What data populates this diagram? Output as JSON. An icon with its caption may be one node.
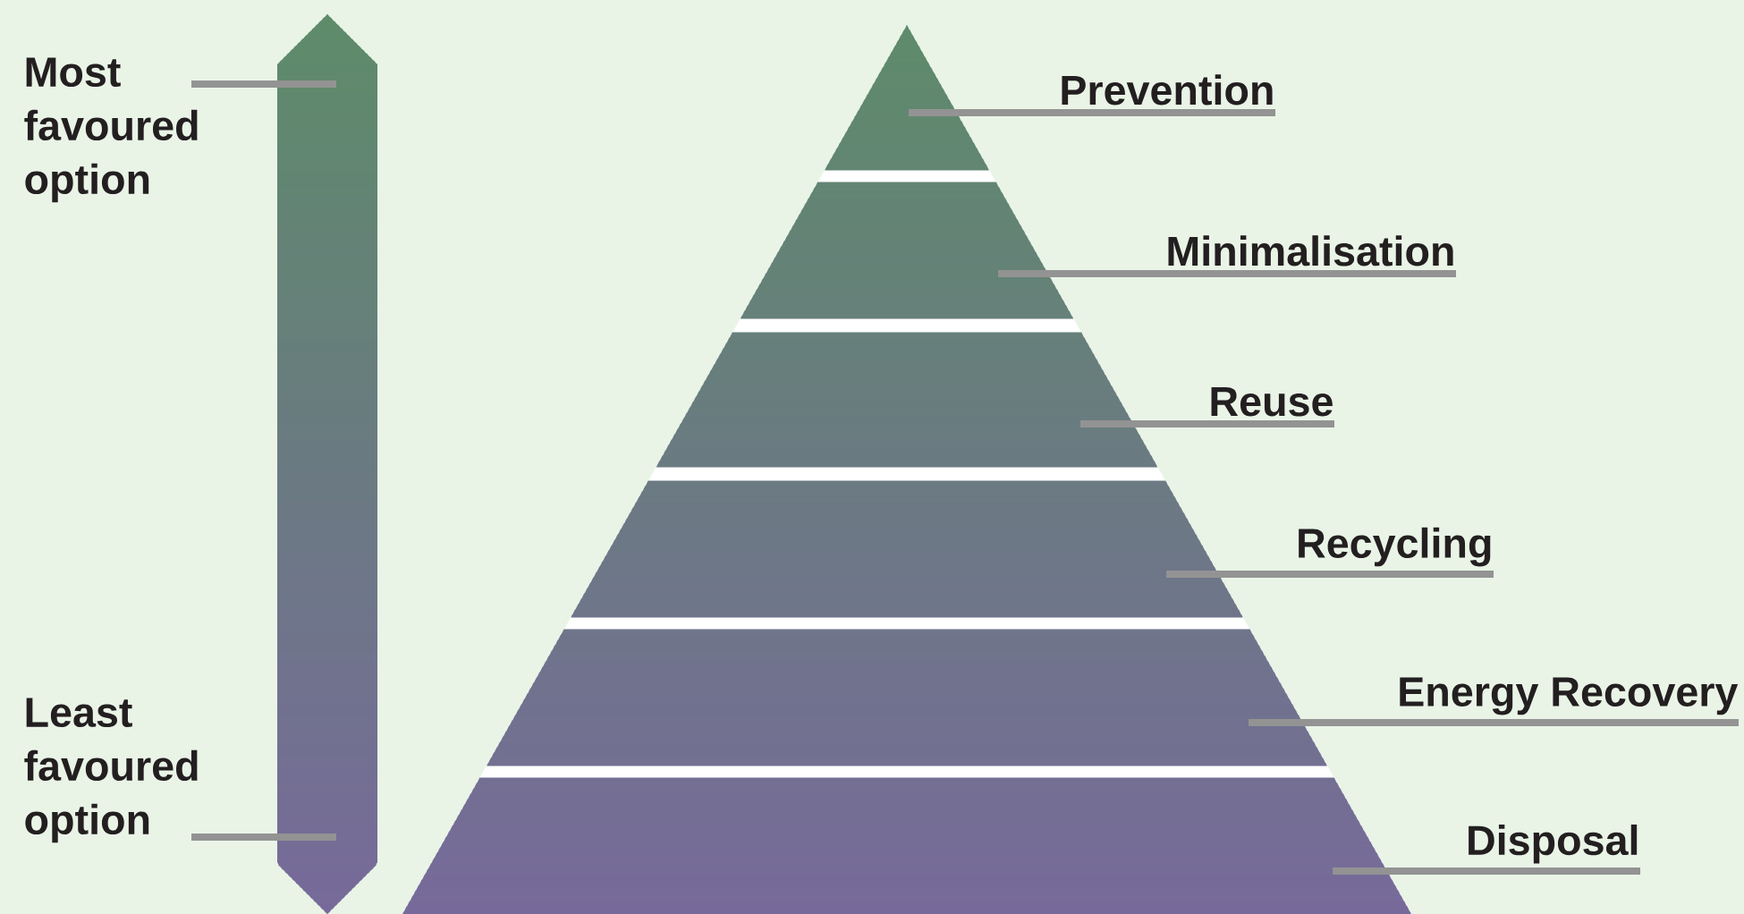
{
  "diagram": {
    "nodes": [
      {
        "text": [
          "Most favoured option"
        ]
      },
      {
        "text": [
          "Least favoured option"
        ]
      },
      {
        "text": [],
        "shape": "bar"
      },
      {
        "text": [],
        "shape": "triangle"
      },
      {
        "text": [],
        "shape": "trapezoid"
      },
      {
        "text": [],
        "shape": "trapezoid"
      },
      {
        "text": [],
        "shape": "trapezoid"
      },
      {
        "text": [],
        "shape": "trapezoid"
      },
      {
        "text": [],
        "shape": "trapezoid"
      },
      {
        "text": [
          "Prevention"
        ]
      },
      {
        "text": [
          "Minimalisation"
        ]
      },
      {
        "text": [
          "Reuse"
        ]
      },
      {
        "text": [
          "Recycling"
        ]
      },
      {
        "text": [
          "Energy Recovery"
        ]
      },
      {
        "text": [
          "Disposal"
        ]
      }
    ],
    "edges": [
      {
        "from": 0,
        "to": 2,
        "arrow": "none"
      },
      {
        "from": 1,
        "to": 2,
        "arrow": "none"
      },
      {
        "from": 9,
        "to": 3,
        "arrow": "none"
      },
      {
        "from": 10,
        "to": 4,
        "arrow": "none"
      },
      {
        "from": 11,
        "to": 5,
        "arrow": "none"
      },
      {
        "from": 12,
        "to": 6,
        "arrow": "none"
      },
      {
        "from": 13,
        "to": 7,
        "arrow": "none"
      },
      {
        "from": 14,
        "to": 8,
        "arrow": "none"
      }
    ]
  }
}
